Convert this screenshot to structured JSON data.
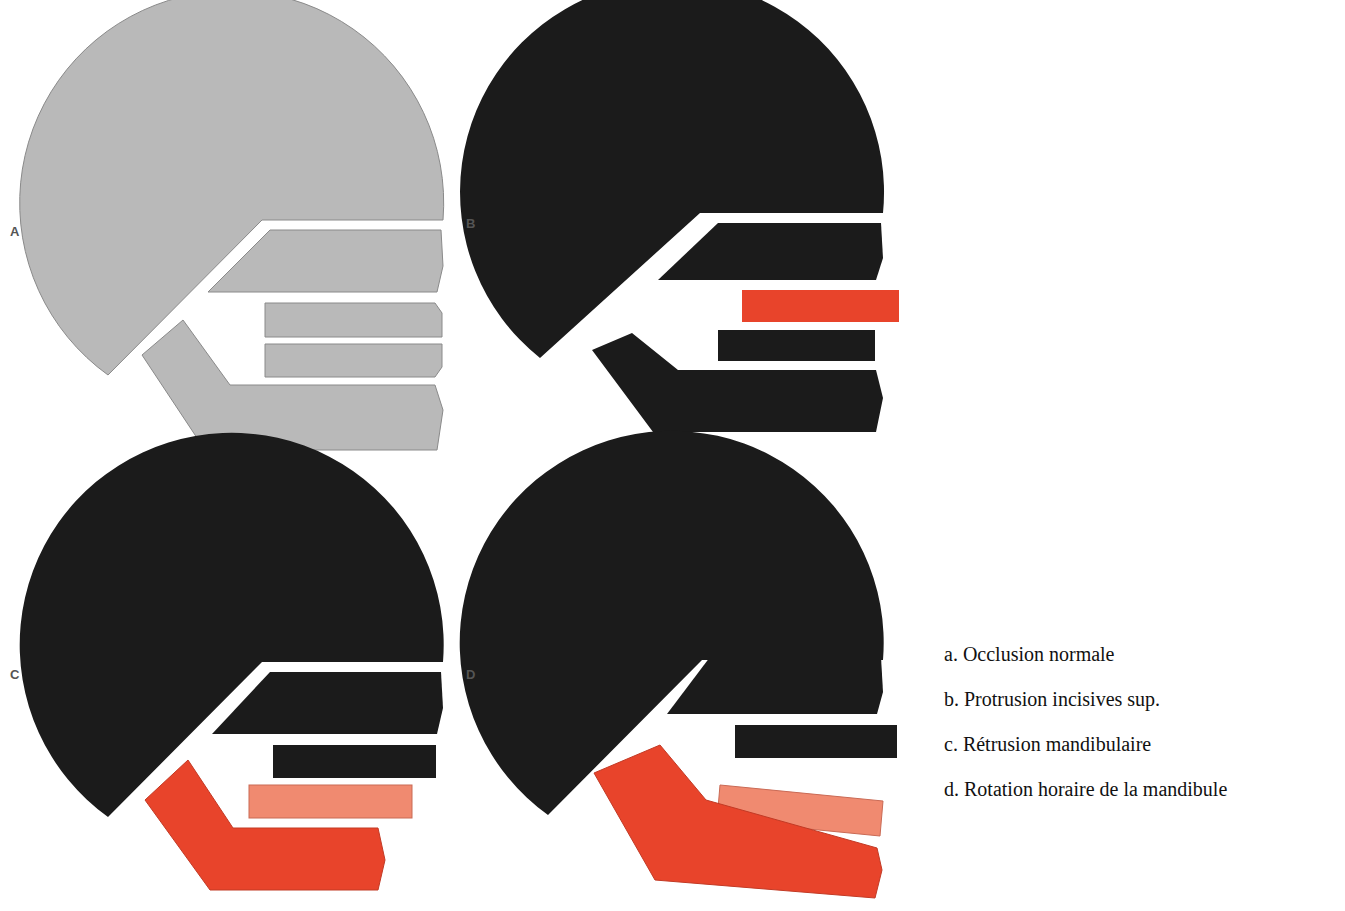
{
  "diagram": {
    "labels": [
      "A",
      "B",
      "C",
      "D",
      "a. Occlusion normale",
      "b. Protrusion incisives sup.",
      "c. Rétrusion mandibulaire",
      "d. Rotation horaire de la mandibule"
    ]
  }
}
